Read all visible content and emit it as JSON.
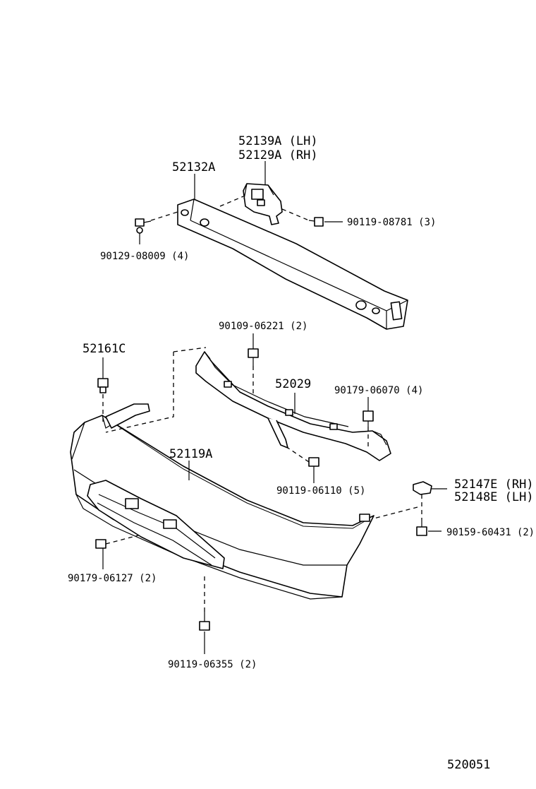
{
  "labels": {
    "p52139A": "52139A (LH)",
    "p52129A": "52129A (RH)",
    "p52132A": "52132A",
    "p90119_08781": "90119-08781 (3)",
    "p90129_08009": "90129-08009 (4)",
    "p90109_06221": "90109-06221 (2)",
    "p52161C": "52161C",
    "p52029": "52029",
    "p90179_06070": "90179-06070 (4)",
    "p52119A": "52119A",
    "p90119_06110": "90119-06110 (5)",
    "p52147E": "52147E (RH)",
    "p52148E": "52148E (LH)",
    "p90159_60431": "90159-60431 (2)",
    "p90179_06127": "90179-06127 (2)",
    "p90119_06355": "90119-06355 (2)",
    "diagram_code": "520051"
  }
}
